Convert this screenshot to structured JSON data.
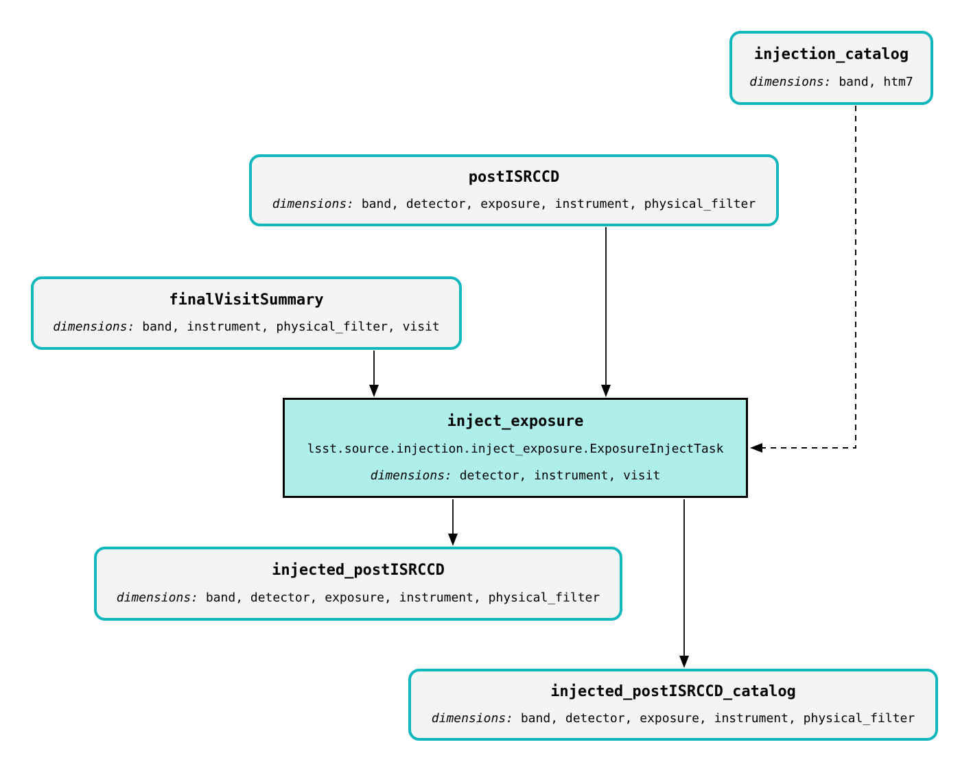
{
  "diagram": {
    "type": "pipeline-graph",
    "colors": {
      "dataset_border": "#10b7bd",
      "dataset_fill": "#f4f4f4",
      "task_fill": "#aeefec",
      "task_border": "#000000",
      "edge": "#000000",
      "text": "#000000"
    },
    "nodes": {
      "injection_catalog": {
        "title": "injection_catalog",
        "dims_label": "dimensions:",
        "dims": "band, htm7",
        "kind": "dataset"
      },
      "postISRCCD": {
        "title": "postISRCCD",
        "dims_label": "dimensions:",
        "dims": "band, detector, exposure, instrument, physical_filter",
        "kind": "dataset"
      },
      "finalVisitSummary": {
        "title": "finalVisitSummary",
        "dims_label": "dimensions:",
        "dims": "band, instrument, physical_filter, visit",
        "kind": "dataset"
      },
      "inject_exposure": {
        "title": "inject_exposure",
        "task_class": "lsst.source.injection.inject_exposure.ExposureInjectTask",
        "dims_label": "dimensions:",
        "dims": "detector, instrument, visit",
        "kind": "task"
      },
      "injected_postISRCCD": {
        "title": "injected_postISRCCD",
        "dims_label": "dimensions:",
        "dims": "band, detector, exposure, instrument, physical_filter",
        "kind": "dataset"
      },
      "injected_postISRCCD_catalog": {
        "title": "injected_postISRCCD_catalog",
        "dims_label": "dimensions:",
        "dims": "band, detector, exposure, instrument, physical_filter",
        "kind": "dataset"
      }
    },
    "edges": [
      {
        "from": "postISRCCD",
        "to": "inject_exposure",
        "style": "solid"
      },
      {
        "from": "finalVisitSummary",
        "to": "inject_exposure",
        "style": "solid"
      },
      {
        "from": "injection_catalog",
        "to": "inject_exposure",
        "style": "dashed"
      },
      {
        "from": "inject_exposure",
        "to": "injected_postISRCCD",
        "style": "solid"
      },
      {
        "from": "inject_exposure",
        "to": "injected_postISRCCD_catalog",
        "style": "solid"
      }
    ]
  }
}
